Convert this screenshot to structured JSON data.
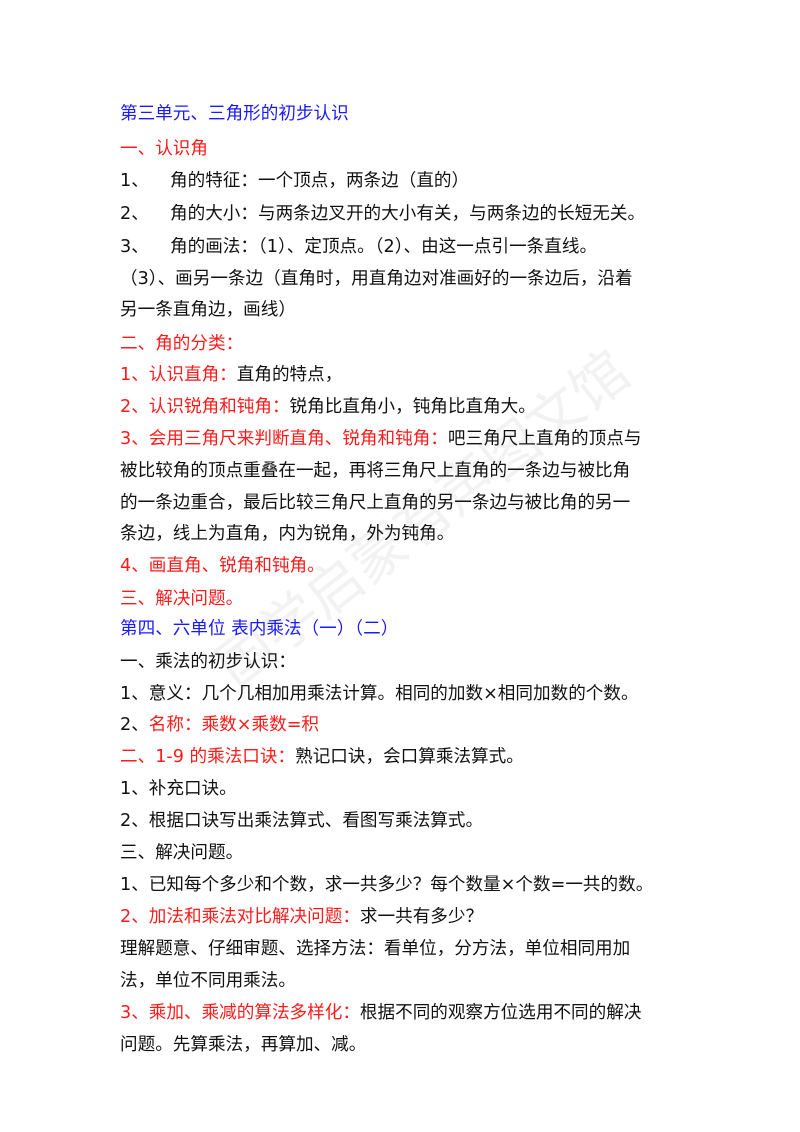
{
  "watermark": "国学启蒙有声图文馆",
  "colors": {
    "blue": "#1a1aff",
    "red": "#ff1a1a",
    "black": "#111111"
  },
  "lines": [
    {
      "segs": [
        {
          "t": "第三单元、三角形的初步认识",
          "c": "blue"
        }
      ]
    },
    {
      "segs": [
        {
          "t": "一、认识角",
          "c": "red"
        }
      ]
    },
    {
      "num": "1、",
      "segs": [
        {
          "t": "角的特征：一个顶点，两条边（直的）",
          "c": "black"
        }
      ]
    },
    {
      "num": "2、",
      "segs": [
        {
          "t": "角的大小：与两条边叉开的大小有关，与两条边的长短无关。",
          "c": "black"
        }
      ]
    },
    {
      "num": "3、",
      "segs": [
        {
          "t": "角的画法：（1）、定顶点。（2）、由这一点引一条直线。",
          "c": "black"
        }
      ]
    },
    {
      "segs": [
        {
          "t": "（3）、画另一条边（直角时，用直角边对准画好的一条边后，沿着",
          "c": "black"
        }
      ]
    },
    {
      "segs": [
        {
          "t": "另一条直角边，画线）",
          "c": "black"
        }
      ]
    },
    {
      "segs": [
        {
          "t": "二、角的分类：",
          "c": "red"
        }
      ]
    },
    {
      "segs": [
        {
          "t": "1、认识直角：",
          "c": "red"
        },
        {
          "t": "直角的特点，",
          "c": "black"
        }
      ]
    },
    {
      "segs": [
        {
          "t": "2、认识锐角和钝角：",
          "c": "red"
        },
        {
          "t": "锐角比直角小，钝角比直角大。",
          "c": "black"
        }
      ]
    },
    {
      "segs": [
        {
          "t": "3、会用三角尺来判断直角、锐角和钝角：",
          "c": "red"
        },
        {
          "t": "吧三角尺上直角的顶点与",
          "c": "black"
        }
      ]
    },
    {
      "segs": [
        {
          "t": "被比较角的顶点重叠在一起，再将三角尺上直角的一条边与被比角",
          "c": "black"
        }
      ]
    },
    {
      "segs": [
        {
          "t": "的一条边重合，最后比较三角尺上直角的另一条边与被比角的另一",
          "c": "black"
        }
      ]
    },
    {
      "segs": [
        {
          "t": "条边，线上为直角，内为锐角，外为钝角。",
          "c": "black"
        }
      ]
    },
    {
      "segs": [
        {
          "t": "4、画直角、锐角和钝角。",
          "c": "red"
        }
      ]
    },
    {
      "segs": [
        {
          "t": "三、解决问题。",
          "c": "red"
        }
      ]
    },
    {
      "segs": [
        {
          "t": "第四、六单位 表内乘法（一）（二）",
          "c": "blue"
        }
      ]
    },
    {
      "segs": [
        {
          "t": "一、乘法的初步认识：",
          "c": "black"
        }
      ]
    },
    {
      "segs": [
        {
          "t": "1、意义：几个几相加用乘法计算。相同的加数×相同加数的个数。",
          "c": "black"
        }
      ]
    },
    {
      "segs": [
        {
          "t": "2、",
          "c": "black"
        },
        {
          "t": "名称：乘数×乘数=积",
          "c": "red"
        }
      ]
    },
    {
      "segs": [
        {
          "t": "二、1-9 的乘法口诀：",
          "c": "red"
        },
        {
          "t": "熟记口诀，会口算乘法算式。",
          "c": "black"
        }
      ]
    },
    {
      "segs": [
        {
          "t": "1、补充口诀。",
          "c": "black"
        }
      ]
    },
    {
      "segs": [
        {
          "t": "2、根据口诀写出乘法算式、看图写乘法算式。",
          "c": "black"
        }
      ]
    },
    {
      "segs": [
        {
          "t": "三、解决问题。",
          "c": "black"
        }
      ]
    },
    {
      "segs": [
        {
          "t": "1、已知每个多少和个数，求一共多少？每个数量×个数=一共的数。",
          "c": "black"
        }
      ]
    },
    {
      "segs": [
        {
          "t": "2、加法和乘法对比解决问题：",
          "c": "red"
        },
        {
          "t": "求一共有多少？",
          "c": "black"
        }
      ]
    },
    {
      "segs": [
        {
          "t": "理解题意、仔细审题、选择方法：看单位，分方法，单位相同用加",
          "c": "black"
        }
      ]
    },
    {
      "segs": [
        {
          "t": "法，单位不同用乘法。",
          "c": "black"
        }
      ]
    },
    {
      "segs": [
        {
          "t": "3、乘加、乘减的算法多样化：",
          "c": "red"
        },
        {
          "t": "根据不同的观察方位选用不同的解决",
          "c": "black"
        }
      ]
    },
    {
      "segs": [
        {
          "t": "问题。先算乘法，再算加、减。",
          "c": "black"
        }
      ]
    }
  ]
}
